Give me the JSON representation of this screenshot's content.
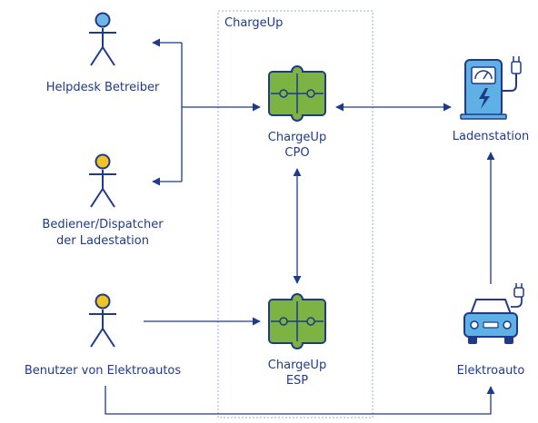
{
  "boundary": {
    "title": "ChargeUp"
  },
  "actors": {
    "helpdesk": {
      "label": "Helpdesk Betreiber",
      "color": "#6fb6e6"
    },
    "dispatcher": {
      "line1": "Bediener/Dispatcher",
      "line2": "der Ladestation",
      "color": "#f2c322"
    },
    "driver": {
      "label": "Benutzer von Elektroautos",
      "color": "#f2c322"
    }
  },
  "systems": {
    "cpo": {
      "line1": "ChargeUp",
      "line2": "CPO",
      "icon": "puzzle-icon",
      "color": "#7cb342"
    },
    "esp": {
      "line1": "ChargeUp",
      "line2": "ESP",
      "icon": "puzzle-icon",
      "color": "#7cb342"
    }
  },
  "devices": {
    "station": {
      "label": "Ladenstation",
      "icon": "charging-station-icon",
      "color": "#5fb0e4"
    },
    "car": {
      "label": "Elektroauto",
      "icon": "electric-car-icon",
      "color": "#5fb0e4"
    }
  },
  "colors": {
    "line": "#1f3a8a",
    "boundary": "#9aaed6",
    "text": "#1f3a8a"
  }
}
